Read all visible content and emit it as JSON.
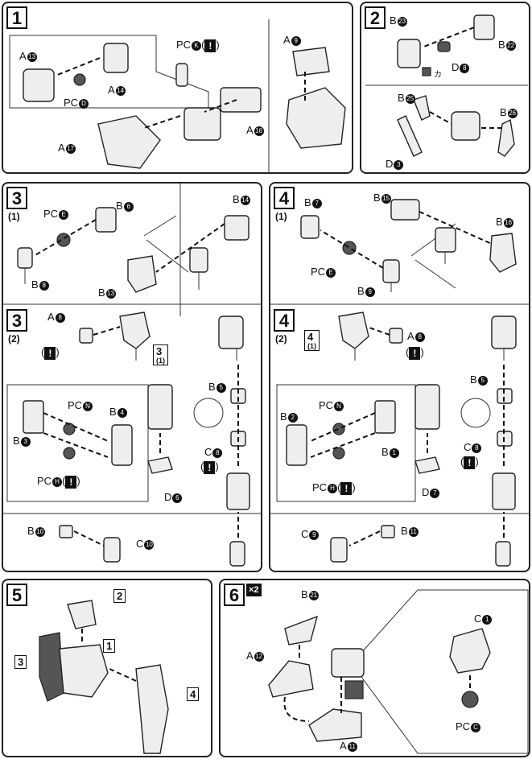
{
  "steps": {
    "s1": {
      "number": "1",
      "labels": {
        "a13": "A",
        "a14": "A",
        "pcd": "PC",
        "pck": "PC",
        "a9": "A",
        "a16": "A",
        "a17": "A"
      },
      "badges": {
        "a13": "13",
        "a14": "14",
        "pcd": "D",
        "pck": "K",
        "a9": "9",
        "a16": "16",
        "a17": "17"
      }
    },
    "s2": {
      "number": "2",
      "labels": {
        "b23": "B",
        "b22": "B",
        "d8": "D",
        "b25": "B",
        "b26": "B",
        "d3": "D"
      },
      "badges": {
        "b23": "23",
        "b22": "22",
        "d8": "8",
        "b25": "25",
        "b26": "26",
        "d3": "3"
      },
      "ka": "カ"
    },
    "s3a": {
      "number": "3",
      "sub": "(1)",
      "labels": {
        "pce": "PC",
        "b6": "B",
        "b14": "B",
        "b8": "B",
        "b13": "B"
      },
      "badges": {
        "pce": "E",
        "b6": "6",
        "b14": "14",
        "b8": "8",
        "b13": "13"
      }
    },
    "s4a": {
      "number": "4",
      "sub": "(1)",
      "labels": {
        "b7": "B",
        "b15": "B",
        "b16": "B",
        "pce": "PC",
        "b9": "B"
      },
      "badges": {
        "b7": "7",
        "b15": "15",
        "b16": "16",
        "pce": "E",
        "b9": "9"
      }
    },
    "s3b": {
      "number": "3",
      "sub": "(2)",
      "ref": "3",
      "ref_sub": "(1)",
      "labels": {
        "a8": "A",
        "b5": "B",
        "pcn": "PC",
        "b4": "B",
        "b3": "B",
        "c8": "C",
        "pch": "PC",
        "d6": "D",
        "b10": "B",
        "c10": "C"
      },
      "badges": {
        "a8": "8",
        "b5": "5",
        "pcn": "N",
        "b4": "4",
        "b3": "3",
        "c8": "8",
        "pch": "H",
        "d6": "6",
        "b10": "10",
        "c10": "10"
      }
    },
    "s4b": {
      "number": "4",
      "sub": "(2)",
      "ref": "4",
      "ref_sub": "(1)",
      "labels": {
        "a8": "A",
        "b5": "B",
        "pcn": "PC",
        "b2": "B",
        "b1": "B",
        "c8": "C",
        "pch": "PC",
        "d7": "D",
        "c9": "C",
        "b11": "B"
      },
      "badges": {
        "a8": "8",
        "b5": "5",
        "pcn": "N",
        "b2": "2",
        "b1": "1",
        "c8": "8",
        "pch": "H",
        "d7": "7",
        "c9": "9",
        "b11": "11"
      }
    },
    "s5": {
      "number": "5",
      "refs": {
        "r2": "2",
        "r1": "1",
        "r3": "3",
        "r4": "4"
      }
    },
    "s6": {
      "number": "6",
      "mult": "×2",
      "labels": {
        "b21": "B",
        "a12": "A",
        "a11": "A",
        "c1": "C",
        "pcc": "PC"
      },
      "badges": {
        "b21": "21",
        "a12": "12",
        "a11": "11",
        "c1": "1",
        "pcc": "C"
      }
    }
  },
  "warning_symbol": "!"
}
